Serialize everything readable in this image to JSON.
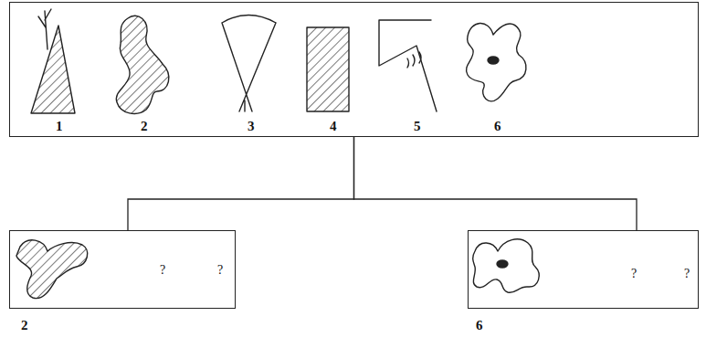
{
  "diagram": {
    "nodes": [
      {
        "text": [
          "1",
          "2",
          "3",
          "4",
          "5",
          "6"
        ]
      },
      {
        "text": [
          "?",
          "?",
          "2"
        ]
      },
      {
        "text": [
          "?",
          "?",
          "6"
        ]
      }
    ],
    "edges": [
      {
        "from": 0,
        "to": 1,
        "arrow": "none"
      },
      {
        "from": 0,
        "to": 2,
        "arrow": "none"
      }
    ]
  }
}
